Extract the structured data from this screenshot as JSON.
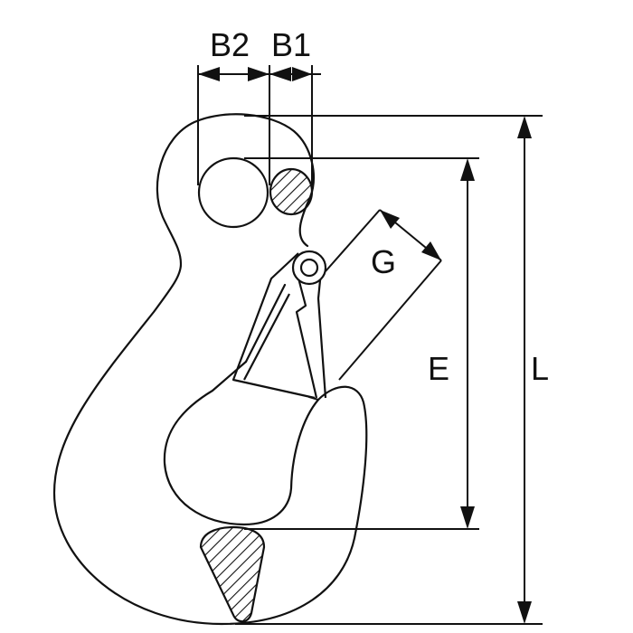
{
  "labels": {
    "b2": "B2",
    "b1": "B1",
    "g": "G",
    "e": "E",
    "l": "L"
  },
  "colors": {
    "stroke": "#111111",
    "background": "#ffffff"
  }
}
